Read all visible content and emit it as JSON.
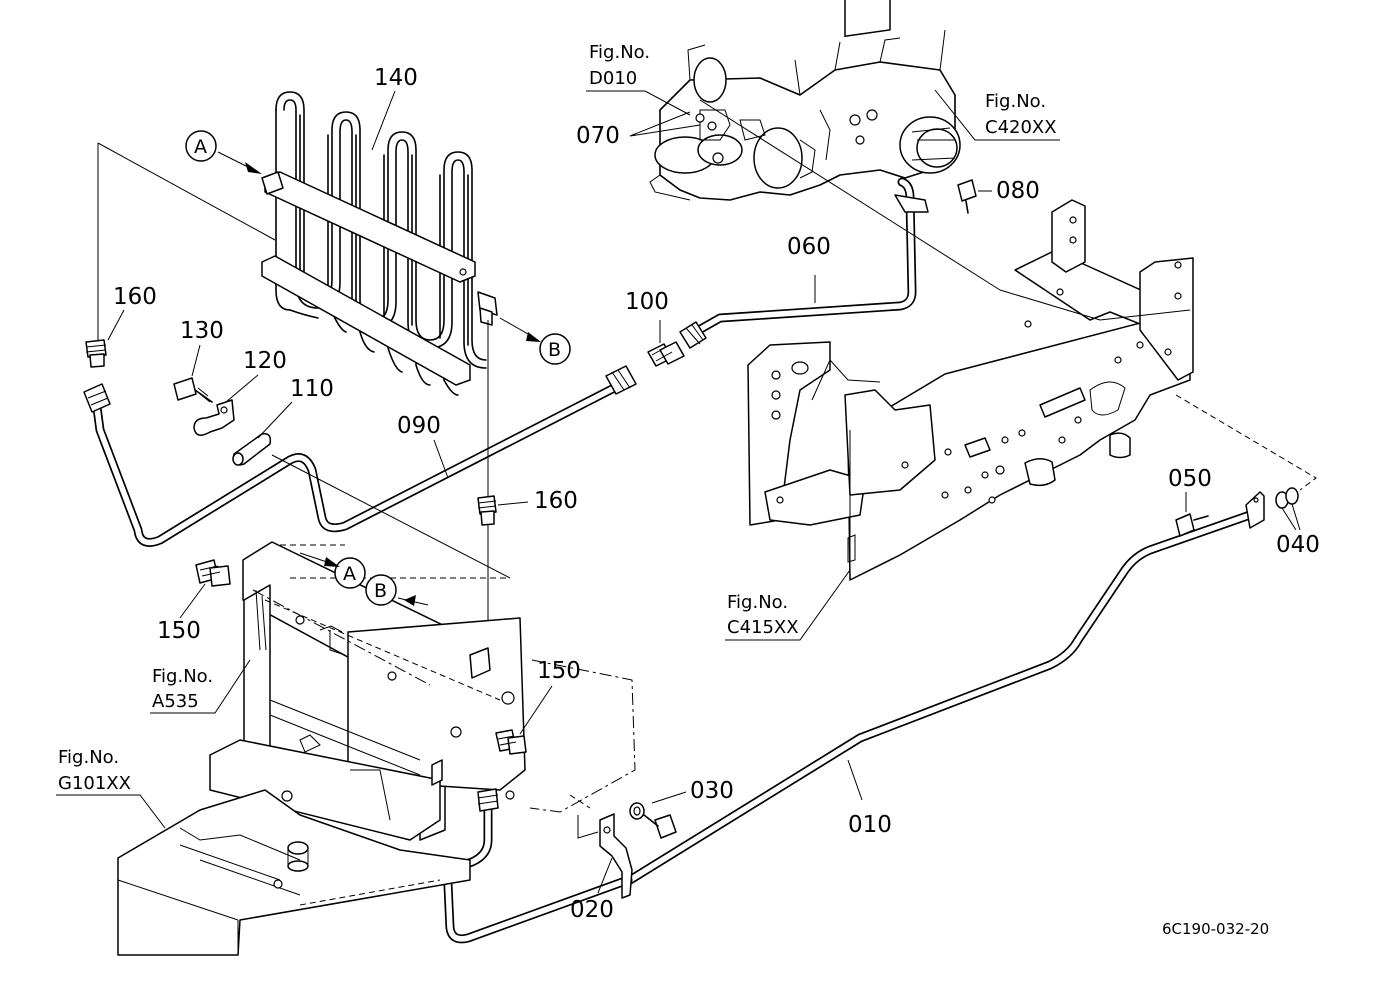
{
  "drawing_code": "6C190-032-20",
  "parts": {
    "p010": "010",
    "p020": "020",
    "p030": "030",
    "p040": "040",
    "p050": "050",
    "p060": "060",
    "p070": "070",
    "p080": "080",
    "p090": "090",
    "p100": "100",
    "p110": "110",
    "p120": "120",
    "p130": "130",
    "p140": "140",
    "p150a": "150",
    "p150b": "150",
    "p160a": "160",
    "p160b": "160"
  },
  "references": {
    "a_top": "A",
    "b_top": "B",
    "a_mid": "A",
    "b_mid": "B"
  },
  "figure_refs": {
    "fig_label": "Fig.No.",
    "d010": "D010",
    "c420xx": "C420XX",
    "c415xx": "C415XX",
    "a535": "A535",
    "g101xx": "G101XX"
  },
  "colors": {
    "ink": "#000000",
    "paper": "#ffffff"
  }
}
